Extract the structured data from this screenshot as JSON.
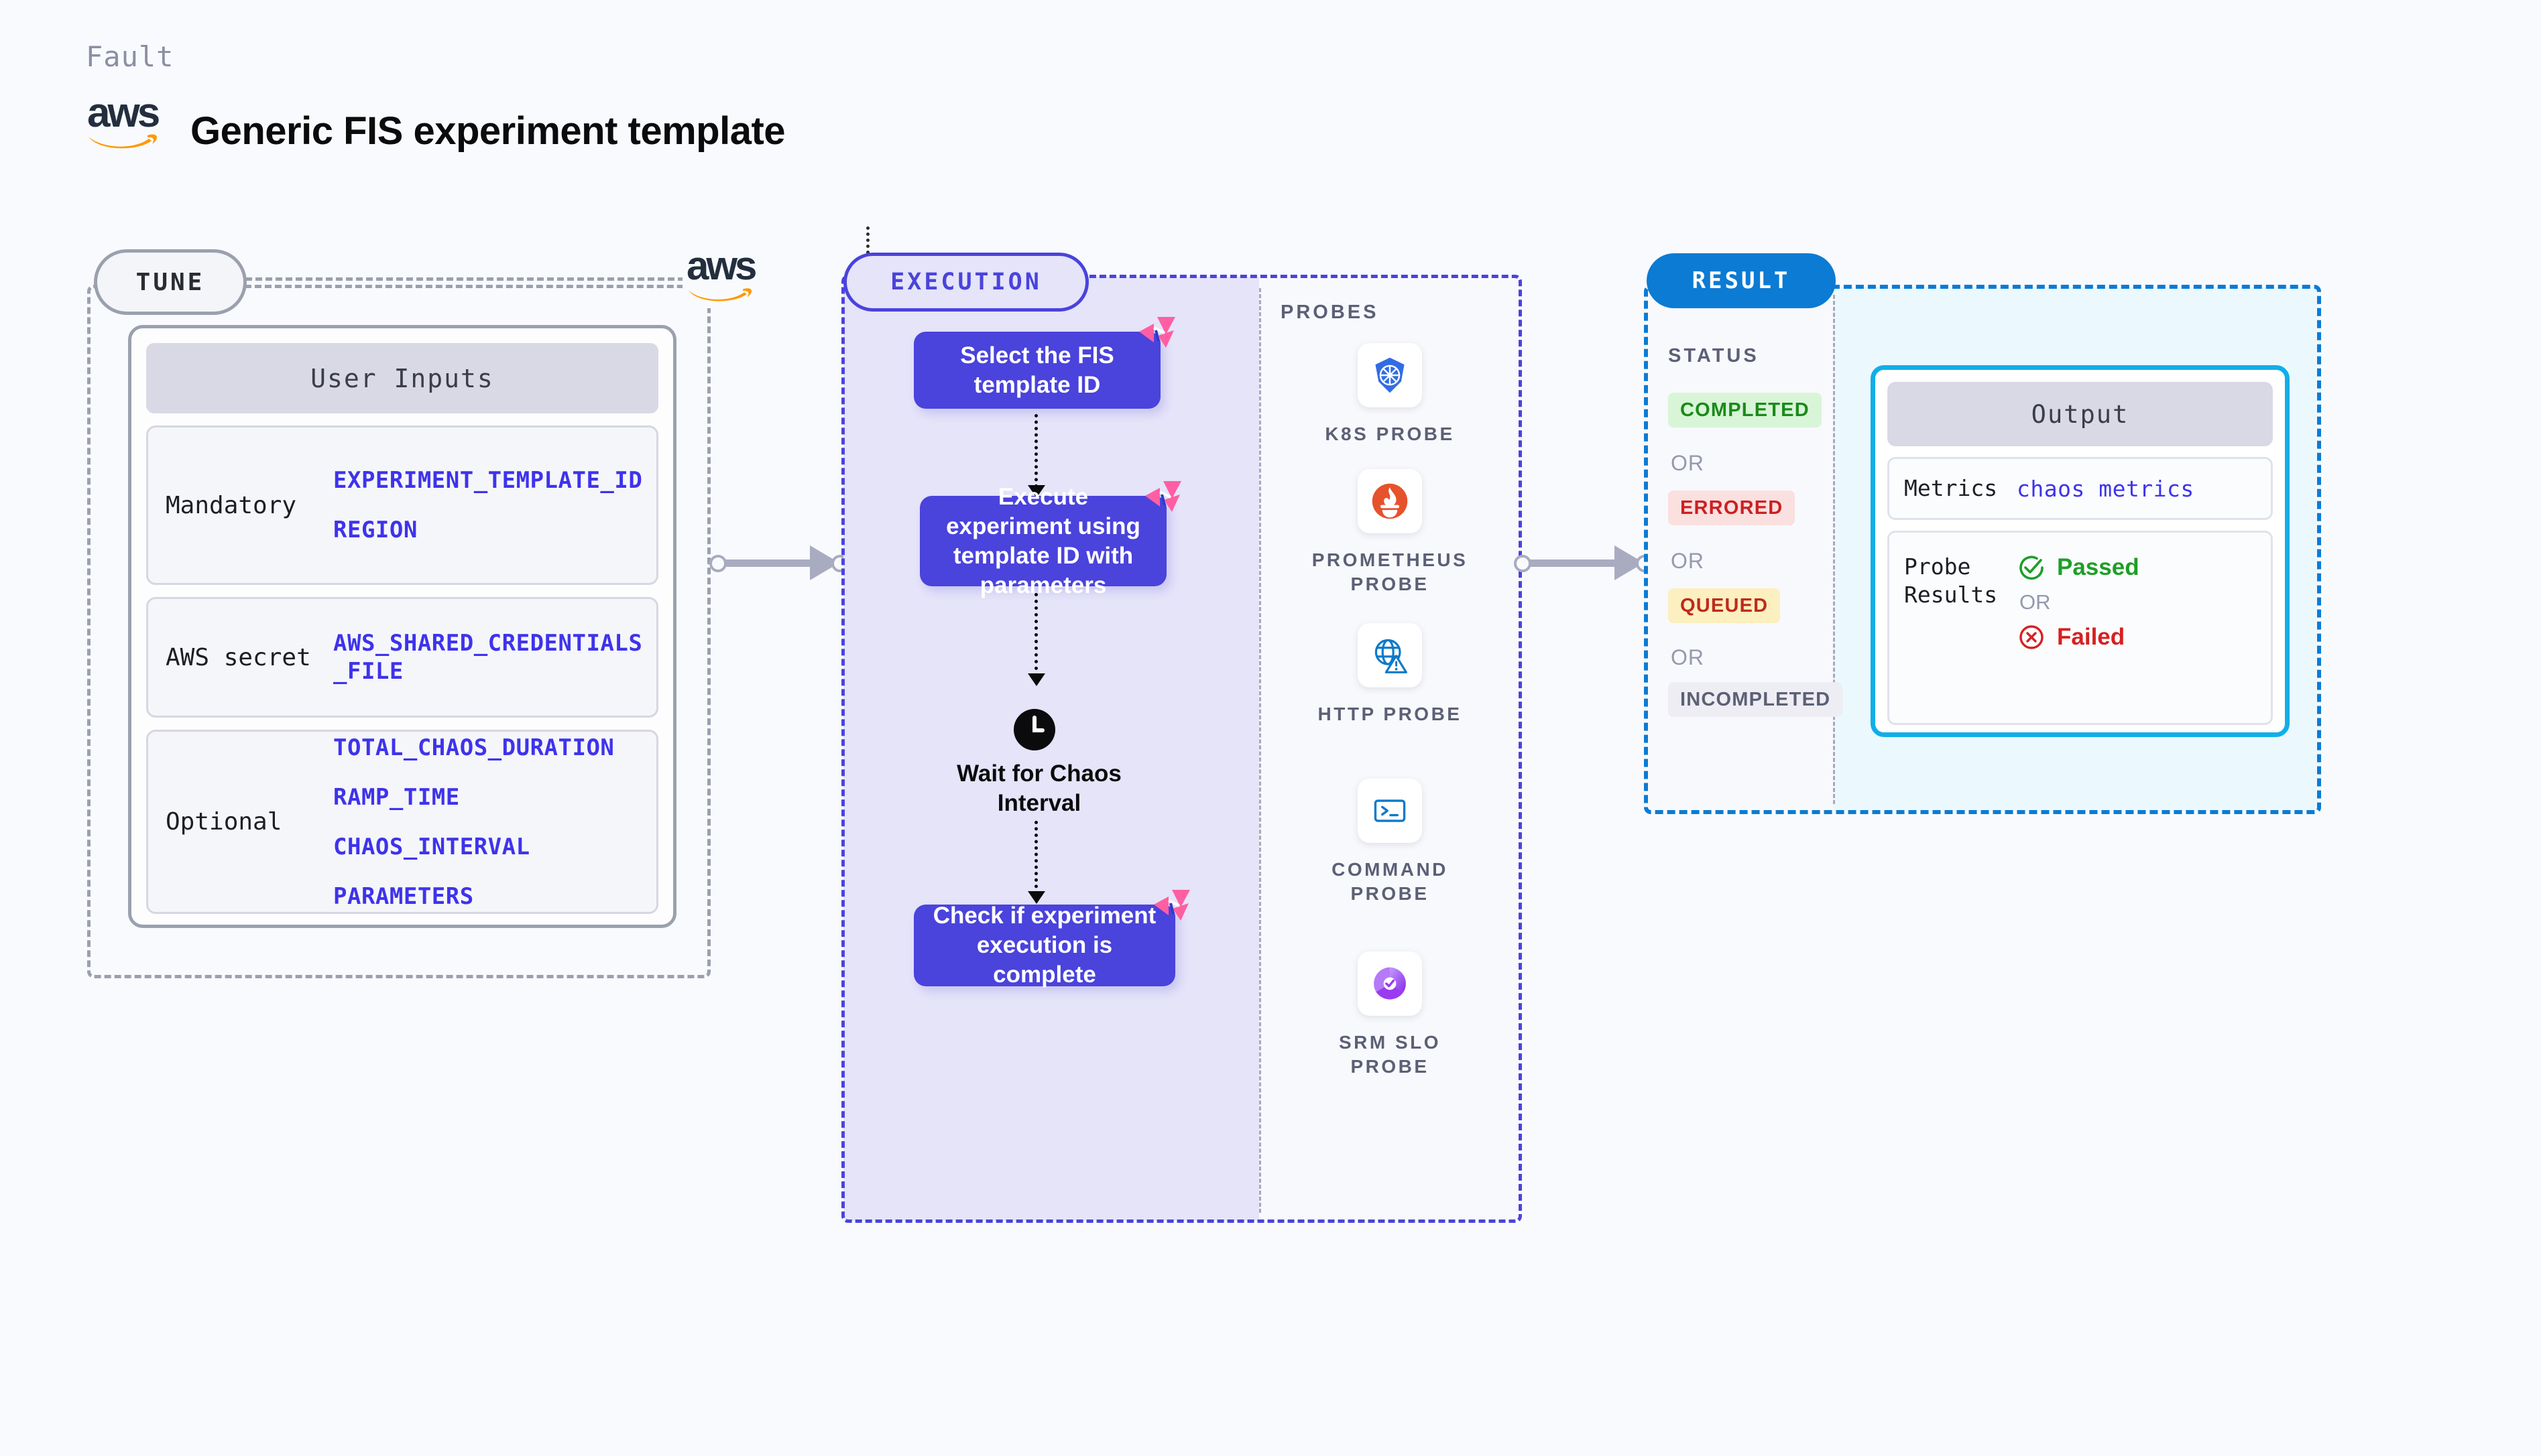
{
  "header": {
    "eyebrow": "Fault",
    "title": "Generic FIS experiment template",
    "logo_word": "aws",
    "logo_name": "aws-logo"
  },
  "tune": {
    "pill_label": "TUNE",
    "card_title": "User Inputs",
    "rows": [
      {
        "label": "Mandatory",
        "vars": [
          "EXPERIMENT_TEMPLATE_ID",
          "REGION"
        ]
      },
      {
        "label": "AWS secret",
        "vars": [
          "AWS_SHARED_CREDENTIALS\n_FILE"
        ]
      },
      {
        "label": "Optional",
        "vars": [
          "TOTAL_CHAOS_DURATION",
          "RAMP_TIME",
          "CHAOS_INTERVAL",
          "PARAMETERS"
        ]
      }
    ],
    "aws_logo_word": "aws"
  },
  "execution": {
    "pill_label": "EXECUTION",
    "steps": [
      {
        "text": "Select the FIS template ID",
        "badge": "litmus-badge-icon"
      },
      {
        "text": "Execute experiment using template ID with parameters",
        "badge": "litmus-badge-icon"
      },
      {
        "text": "Check if experiment execution is complete",
        "badge": "litmus-badge-icon"
      }
    ],
    "wait_node": {
      "icon": "clock-icon",
      "label": "Wait for Chaos Interval"
    }
  },
  "probes": {
    "title": "PROBES",
    "items": [
      {
        "label": "K8S PROBE",
        "icon": "kubernetes-icon"
      },
      {
        "label": "PROMETHEUS PROBE",
        "icon": "prometheus-icon"
      },
      {
        "label": "HTTP PROBE",
        "icon": "globe-warning-icon"
      },
      {
        "label": "COMMAND PROBE",
        "icon": "terminal-icon"
      },
      {
        "label": "SRM SLO PROBE",
        "icon": "slo-gauge-icon"
      }
    ]
  },
  "result": {
    "pill_label": "RESULT",
    "status_title": "STATUS",
    "or_label": "OR",
    "statuses": [
      {
        "label": "COMPLETED",
        "bg": "#D8F5D8",
        "fg": "#1A8A1A"
      },
      {
        "label": "ERRORED",
        "bg": "#FBE0E0",
        "fg": "#CC2020"
      },
      {
        "label": "QUEUED",
        "bg": "#FCEFC0",
        "fg": "#BF2A1A"
      },
      {
        "label": "INCOMPLETED",
        "bg": "#EDEDF3",
        "fg": "#5C6076"
      }
    ],
    "output": {
      "title": "Output",
      "metrics_label": "Metrics",
      "metrics_value": "chaos metrics",
      "probe_results_label": "Probe Results",
      "passed_label": "Passed",
      "failed_label": "Failed",
      "or_label": "OR",
      "passed_icon": "check-circle-icon",
      "failed_icon": "x-circle-icon"
    }
  },
  "colors": {
    "background": "#F9FAFD",
    "purple": "#4A43DC",
    "execution_bg": "#E5E4F9",
    "result_blue": "#0B7BD4",
    "result_bg": "#EBF9FE",
    "output_border": "#12AEE8",
    "var_text": "#3E33EC",
    "pink_badge": "#FF5FA2",
    "gray_dash": "#9AA0AE",
    "connector": "#A9ACC0"
  }
}
